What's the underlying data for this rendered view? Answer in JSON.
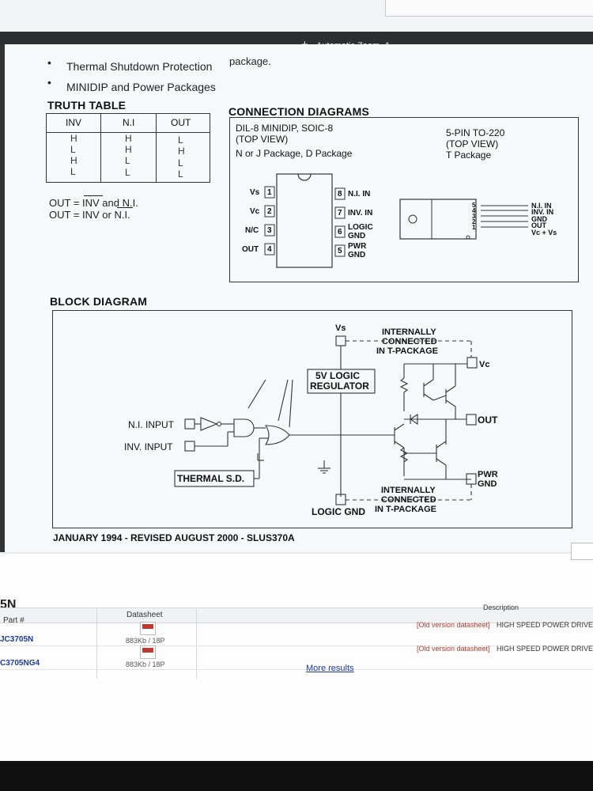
{
  "toolbar": {
    "zoom_out": "−",
    "zoom_in": "+",
    "zoom_select": "Automatic Zoom",
    "zoom_caret": "⇕"
  },
  "features": {
    "bullet1": "Thermal Shutdown Protection",
    "bullet2": "MINIDIP and Power Packages",
    "right_text": "package."
  },
  "truth_table": {
    "title": "TRUTH TABLE",
    "headers": [
      "INV",
      "N.I",
      "OUT"
    ],
    "rows": [
      [
        "H",
        "H",
        "L"
      ],
      [
        "L",
        "H",
        "H"
      ],
      [
        "H",
        "L",
        "L"
      ],
      [
        "L",
        "L",
        "L"
      ]
    ],
    "eq1": "OUT = INV and N.I.",
    "eq2": "OUT = INV or N.I."
  },
  "connection": {
    "title": "CONNECTION DIAGRAMS",
    "left_line1": "DIL-8 MINIDIP, SOIC-8",
    "left_line2": "(TOP VIEW)",
    "left_line3": "N or J Package, D Package",
    "right_line1": "5-PIN TO-220",
    "right_line2": "(TOP VIEW)",
    "right_line3": "T Package",
    "dip_left": [
      {
        "label": "Vs",
        "num": "1"
      },
      {
        "label": "Vc",
        "num": "2"
      },
      {
        "label": "N/C",
        "num": "3"
      },
      {
        "label": "OUT",
        "num": "4"
      }
    ],
    "dip_right": [
      {
        "num": "8",
        "label1": "N.I. IN",
        "label2": ""
      },
      {
        "num": "7",
        "label1": "INV. IN",
        "label2": ""
      },
      {
        "num": "6",
        "label1": "LOGIC",
        "label2": "GND"
      },
      {
        "num": "5",
        "label1": "PWR",
        "label2": "GND"
      }
    ],
    "to220_nums": [
      "5",
      "4",
      "3",
      "2",
      "1"
    ],
    "to220_labels": [
      "N.I. IN",
      "INV. IN",
      "GND",
      "OUT",
      "Vc  +  Vs"
    ]
  },
  "block": {
    "title": "BLOCK DIAGRAM",
    "vs": "Vs",
    "internal_top1": "INTERNALLY",
    "internal_top2": "CONNECTED",
    "internal_top3": "IN T-PACKAGE",
    "vc": "Vc",
    "reg1": "5V LOGIC",
    "reg2": "REGULATOR",
    "ni_input": "N.I. INPUT",
    "inv_input": "INV. INPUT",
    "out": "OUT",
    "thermal": "THERMAL S.D.",
    "pwr": "PWR",
    "gnd": "GND",
    "internal_bot1": "INTERNALLY",
    "internal_bot2": "CONNECTED",
    "logic_gnd": "LOGIC GND",
    "internal_bot3": "IN T-PACKAGE"
  },
  "footer": "JANUARY 1994 - REVISED AUGUST 2000 - SLUS370A",
  "web": {
    "section_suffix": "5N",
    "col_part": "Part #",
    "col_datasheet": "Datasheet",
    "col_description": "Description",
    "rows": [
      {
        "part": "JC3705N",
        "size": "883Kb / 18P",
        "tag": "[Old version datasheet]",
        "desc": "HIGH SPEED POWER DRIVER"
      },
      {
        "part": "C3705NG4",
        "size": "883Kb / 18P",
        "tag": "[Old version datasheet]",
        "desc": "HIGH SPEED POWER DRIVER"
      }
    ],
    "more": "More results"
  }
}
